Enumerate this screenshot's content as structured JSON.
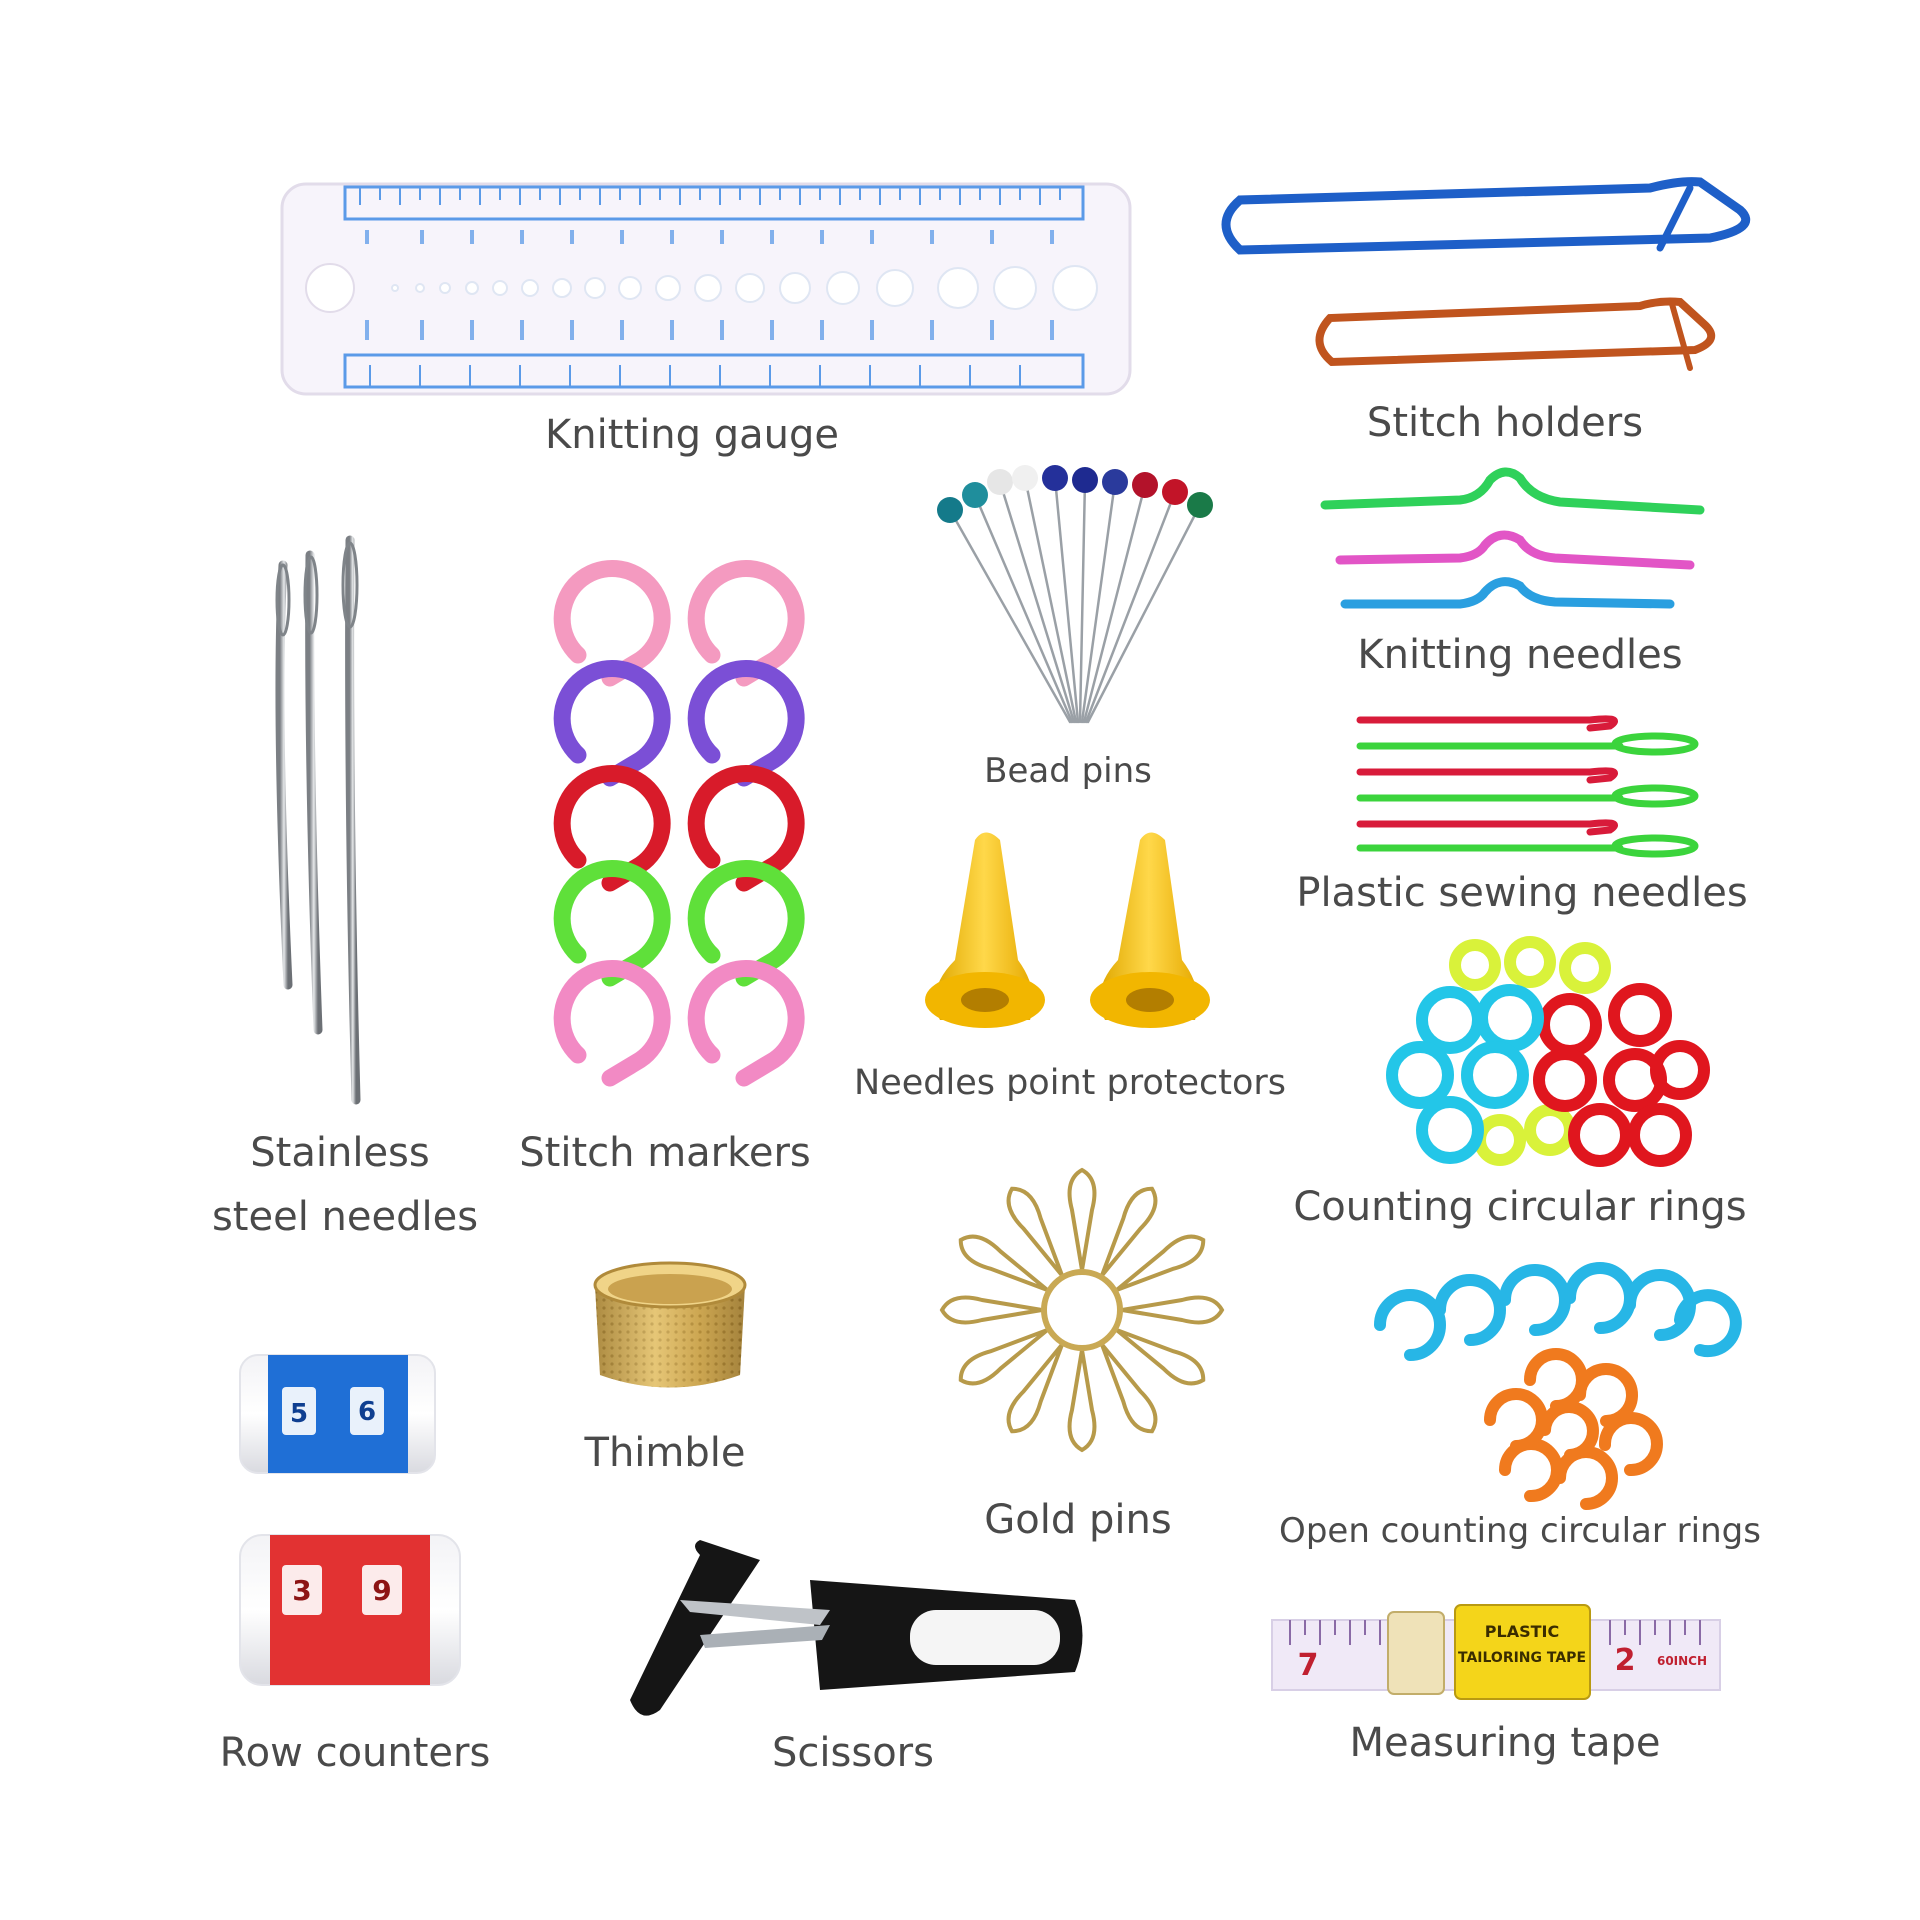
{
  "labels": {
    "knitting_gauge": "Knitting gauge",
    "stitch_holders": "Stitch holders",
    "knitting_needles": "Knitting needles",
    "bead_pins": "Bead pins",
    "plastic_sewing_needles": "Plastic sewing needles",
    "stainless_steel_needles_line1": "Stainless",
    "stainless_steel_needles_line2": "steel needles",
    "stitch_markers": "Stitch markers",
    "needles_point_protectors": "Needles point protectors",
    "counting_circular_rings": "Counting circular rings",
    "thimble": "Thimble",
    "gold_pins": "Gold pins",
    "open_counting_circular_rings": "Open counting circular rings",
    "row_counters": "Row counters",
    "scissors": "Scissors",
    "measuring_tape": "Measuring tape"
  },
  "row_counter_top": {
    "digit_left": "5",
    "digit_right": "6",
    "band_color": "#1f6fd6"
  },
  "row_counter_bottom": {
    "digit_left": "3",
    "digit_right": "9",
    "band_color": "#e23232"
  },
  "measuring_tape": {
    "badge_line1": "PLASTIC",
    "badge_line2": "TAILORING TAPE",
    "left_number": "7",
    "right_number": "2",
    "side_text": "60INCH"
  },
  "colors": {
    "label_text": "#4a4a4a",
    "gauge_blue": "#5b9ae8",
    "stitch_marker_colors": [
      "#f49ac0",
      "#7b4fd6",
      "#d81b2a",
      "#5fe03a",
      "#f28ac4"
    ],
    "ring_cyan": "#23c6e8",
    "ring_red": "#e0161e",
    "ring_yellow": "#d9f23a",
    "open_ring_cyan": "#27b6e6",
    "open_ring_orange": "#f07a1e",
    "protector_yellow": "#f7c21a"
  }
}
